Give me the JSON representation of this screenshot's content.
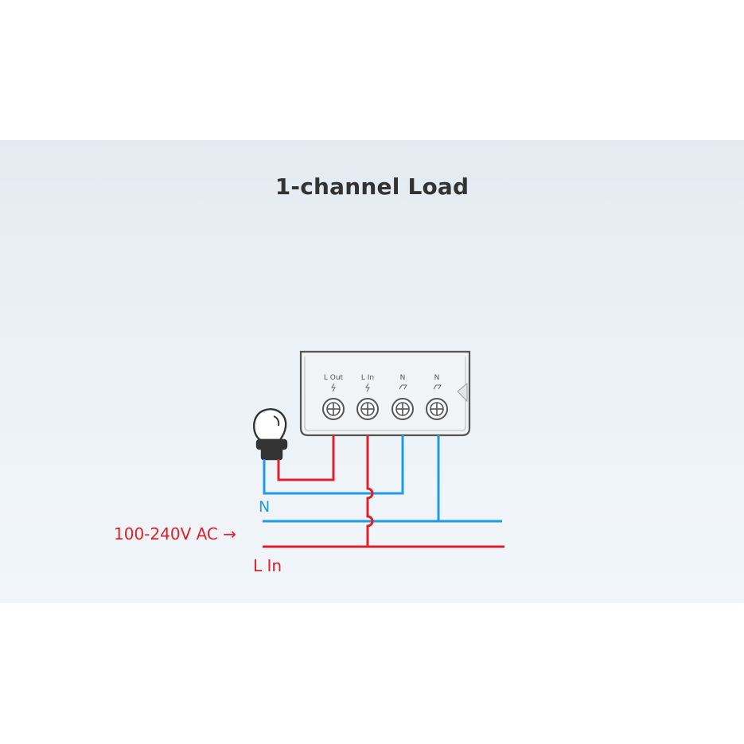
{
  "title": "1-channel Load",
  "terminals": [
    {
      "label": "L Out",
      "symbol": "ϟ"
    },
    {
      "label": "L In",
      "symbol": "ϟ"
    },
    {
      "label": "N",
      "symbol": "⎲"
    },
    {
      "label": "N",
      "symbol": "⎲"
    }
  ],
  "labels": {
    "neutral": "N",
    "supply": "100-240V AC →",
    "live_in": "L In"
  },
  "colors": {
    "live": "#e0202a",
    "neutral": "#1f9be0",
    "device": "#555555",
    "title": "#333333"
  }
}
